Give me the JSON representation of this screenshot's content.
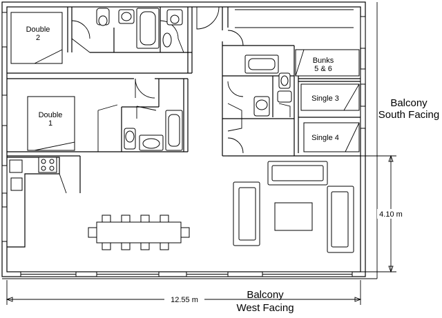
{
  "rooms": {
    "double_2": {
      "name": "Double",
      "num": "2"
    },
    "double_1": {
      "name": "Double",
      "num": "1"
    },
    "bunks": {
      "name": "Bunks",
      "num": "5 & 6"
    },
    "single_3": {
      "name": "Single 3"
    },
    "single_4": {
      "name": "Single 4"
    }
  },
  "balconies": {
    "south": {
      "line1": "Balcony",
      "line2": "South Facing"
    },
    "west": {
      "line1": "Balcony",
      "line2": "West Facing"
    }
  },
  "dimensions": {
    "width": "12.55 m",
    "depth": "4.10 m"
  }
}
